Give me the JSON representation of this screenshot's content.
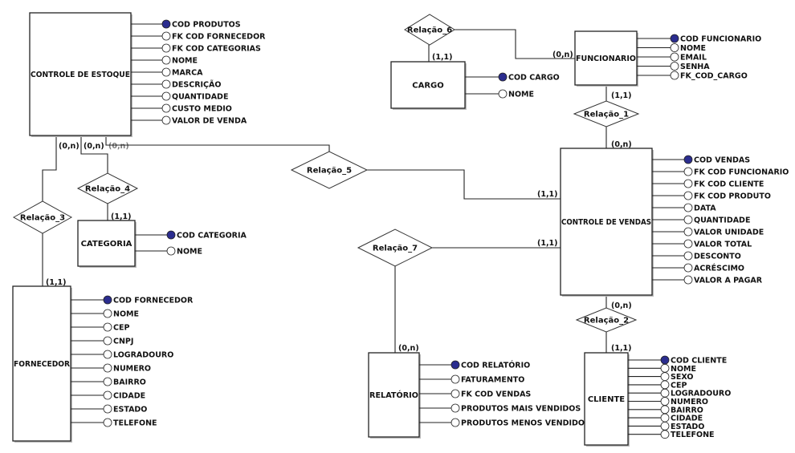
{
  "diagram": {
    "colors": {
      "primary_key": "#2b2d8f",
      "line": "#222222",
      "background": "#ffffff"
    },
    "entities": [
      {
        "id": "estoque",
        "name": "CONTROLE DE ESTOQUE",
        "attributes": [
          {
            "name": "COD PRODUTOS",
            "pk": true
          },
          {
            "name": "FK COD FORNECEDOR",
            "pk": false
          },
          {
            "name": "FK COD CATEGORIAS",
            "pk": false
          },
          {
            "name": "NOME",
            "pk": false
          },
          {
            "name": "MARCA",
            "pk": false
          },
          {
            "name": "DESCRIÇÃO",
            "pk": false
          },
          {
            "name": "QUANTIDADE",
            "pk": false
          },
          {
            "name": "CUSTO MEDIO",
            "pk": false
          },
          {
            "name": "VALOR DE VENDA",
            "pk": false
          }
        ]
      },
      {
        "id": "categoria",
        "name": "CATEGORIA",
        "attributes": [
          {
            "name": "COD CATEGORIA",
            "pk": true
          },
          {
            "name": "NOME",
            "pk": false
          }
        ]
      },
      {
        "id": "fornecedor",
        "name": "FORNECEDOR",
        "attributes": [
          {
            "name": "COD FORNECEDOR",
            "pk": true
          },
          {
            "name": "NOME",
            "pk": false
          },
          {
            "name": "CEP",
            "pk": false
          },
          {
            "name": "CNPJ",
            "pk": false
          },
          {
            "name": "LOGRADOURO",
            "pk": false
          },
          {
            "name": "NUMERO",
            "pk": false
          },
          {
            "name": "BAIRRO",
            "pk": false
          },
          {
            "name": "CIDADE",
            "pk": false
          },
          {
            "name": "ESTADO",
            "pk": false
          },
          {
            "name": "TELEFONE",
            "pk": false
          }
        ]
      },
      {
        "id": "cargo",
        "name": "CARGO",
        "attributes": [
          {
            "name": "COD CARGO",
            "pk": true
          },
          {
            "name": "NOME",
            "pk": false
          }
        ]
      },
      {
        "id": "funcionario",
        "name": "FUNCIONARIO",
        "attributes": [
          {
            "name": "COD FUNCIONARIO",
            "pk": true
          },
          {
            "name": "NOME",
            "pk": false
          },
          {
            "name": "EMAIL",
            "pk": false
          },
          {
            "name": "SENHA",
            "pk": false
          },
          {
            "name": "FK_COD_CARGO",
            "pk": false
          }
        ]
      },
      {
        "id": "vendas",
        "name": "CONTROLE DE VENDAS",
        "attributes": [
          {
            "name": "COD VENDAS",
            "pk": true
          },
          {
            "name": "FK COD FUNCIONARIO",
            "pk": false
          },
          {
            "name": "FK COD CLIENTE",
            "pk": false
          },
          {
            "name": "FK COD PRODUTO",
            "pk": false
          },
          {
            "name": "DATA",
            "pk": false
          },
          {
            "name": "QUANTIDADE",
            "pk": false
          },
          {
            "name": "VALOR UNIDADE",
            "pk": false
          },
          {
            "name": "VALOR TOTAL",
            "pk": false
          },
          {
            "name": "DESCONTO",
            "pk": false
          },
          {
            "name": "ACRÉSCIMO",
            "pk": false
          },
          {
            "name": "VALOR A PAGAR",
            "pk": false
          }
        ]
      },
      {
        "id": "relatorio",
        "name": "RELATÓRIO",
        "attributes": [
          {
            "name": "COD RELATÓRIO",
            "pk": true
          },
          {
            "name": "FATURAMENTO",
            "pk": false
          },
          {
            "name": "FK COD VENDAS",
            "pk": false
          },
          {
            "name": "PRODUTOS MAIS VENDIDOS",
            "pk": false
          },
          {
            "name": "PRODUTOS MENOS VENDIDOS",
            "pk": false
          }
        ]
      },
      {
        "id": "cliente",
        "name": "CLIENTE",
        "attributes": [
          {
            "name": "COD CLIENTE",
            "pk": true
          },
          {
            "name": "NOME",
            "pk": false
          },
          {
            "name": "SEXO",
            "pk": false
          },
          {
            "name": "CEP",
            "pk": false
          },
          {
            "name": "LOGRADOURO",
            "pk": false
          },
          {
            "name": "NUMERO",
            "pk": false
          },
          {
            "name": "BAIRRO",
            "pk": false
          },
          {
            "name": "CIDADE",
            "pk": false
          },
          {
            "name": "ESTADO",
            "pk": false
          },
          {
            "name": "TELEFONE",
            "pk": false
          }
        ]
      }
    ],
    "relationships": [
      {
        "id": "r1",
        "name": "Relação_1",
        "card_a": "(1,1)",
        "card_b": "(0,n)"
      },
      {
        "id": "r2",
        "name": "Relação_2",
        "card_a": "(0,n)",
        "card_b": "(1,1)"
      },
      {
        "id": "r3",
        "name": "Relação_3",
        "card_a": "(0,n)",
        "card_b": "(1,1)"
      },
      {
        "id": "r4",
        "name": "Relação_4",
        "card_a": "(0,n)",
        "card_b": "(1,1)"
      },
      {
        "id": "r5",
        "name": "Relação_5",
        "card_a": "(0,n)",
        "card_b": "(1,1)"
      },
      {
        "id": "r6",
        "name": "Relação_6",
        "card_a": "(1,1)",
        "card_b": "(0,n)"
      },
      {
        "id": "r7",
        "name": "Relação_7",
        "card_a": "(1,1)",
        "card_b": "(0,n)"
      }
    ]
  }
}
